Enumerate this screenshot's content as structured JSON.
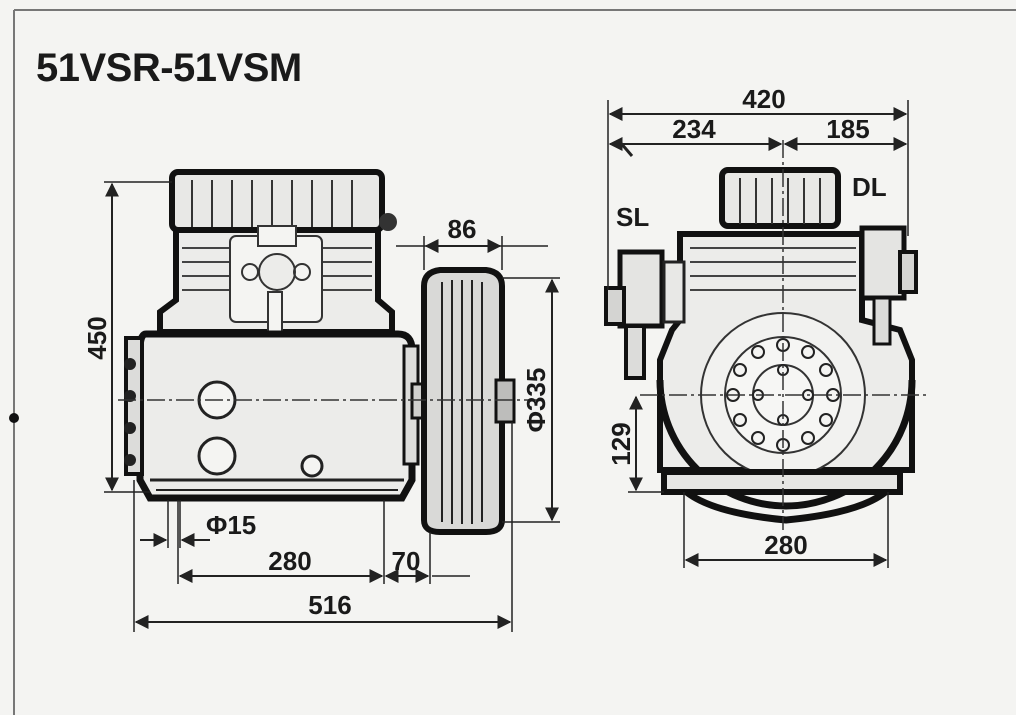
{
  "title": "51VSR-51VSM",
  "side_view": {
    "dims": {
      "height": "450",
      "pulley_width": "86",
      "pulley_dia": "Φ335",
      "hole_dia": "Φ15",
      "foot_spacing": "280",
      "foot_to_pulley": "70",
      "overall_length": "516"
    }
  },
  "end_view": {
    "labels": {
      "suction": "SL",
      "discharge": "DL"
    },
    "dims": {
      "overall_width": "420",
      "left_width": "234",
      "right_width": "185",
      "shaft_height": "129",
      "foot_spacing": "280"
    }
  }
}
